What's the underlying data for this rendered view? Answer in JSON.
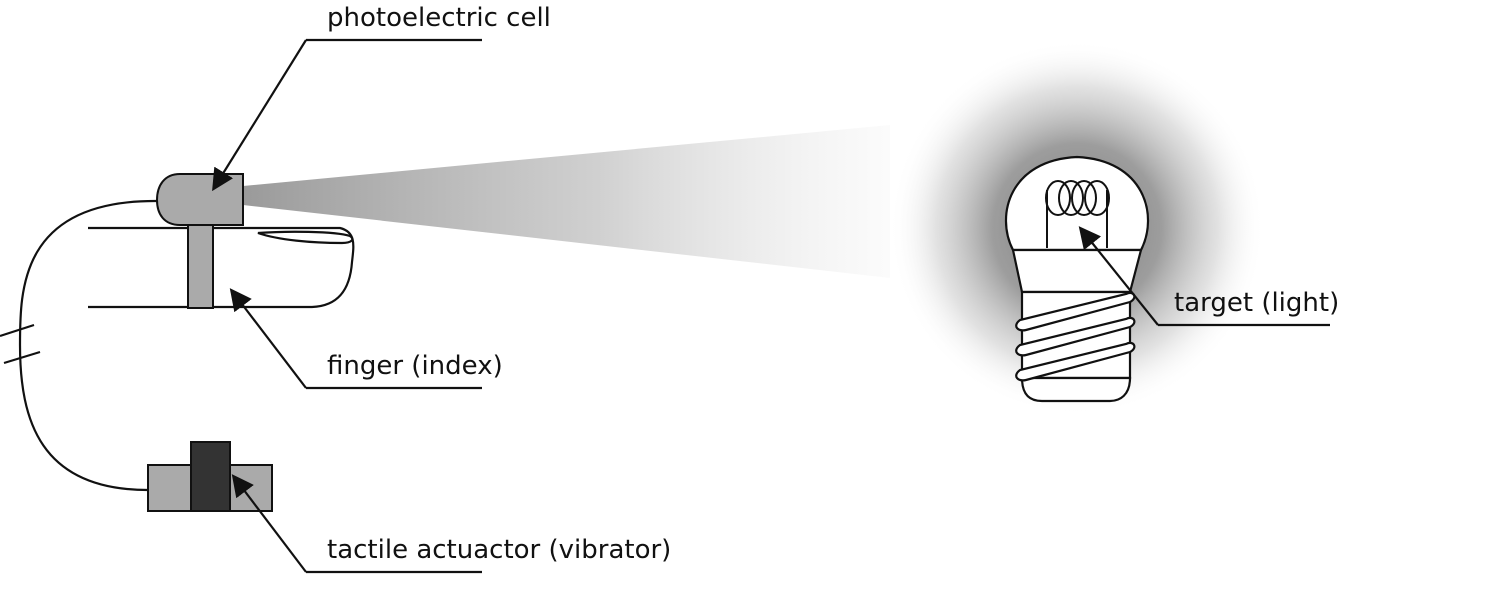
{
  "labels": {
    "photoelectric_cell": "photoelectric cell",
    "finger": "finger (index)",
    "tactile_actuator": "tactile actuactor (vibrator)",
    "target": "target (light)"
  },
  "colors": {
    "line": "#111111",
    "cell_gray": "#aaaaaa",
    "actuator_light": "#aaaaaa",
    "actuator_dark": "#333333",
    "beam": "#c8c8c8",
    "glow": "#8c8c8c",
    "background": "#ffffff"
  },
  "icons": {
    "cell": "photoelectric-cell-icon",
    "finger": "finger-icon",
    "actuator": "vibrator-icon",
    "bulb": "light-bulb-icon",
    "wire_break": "wire-break-icon"
  }
}
